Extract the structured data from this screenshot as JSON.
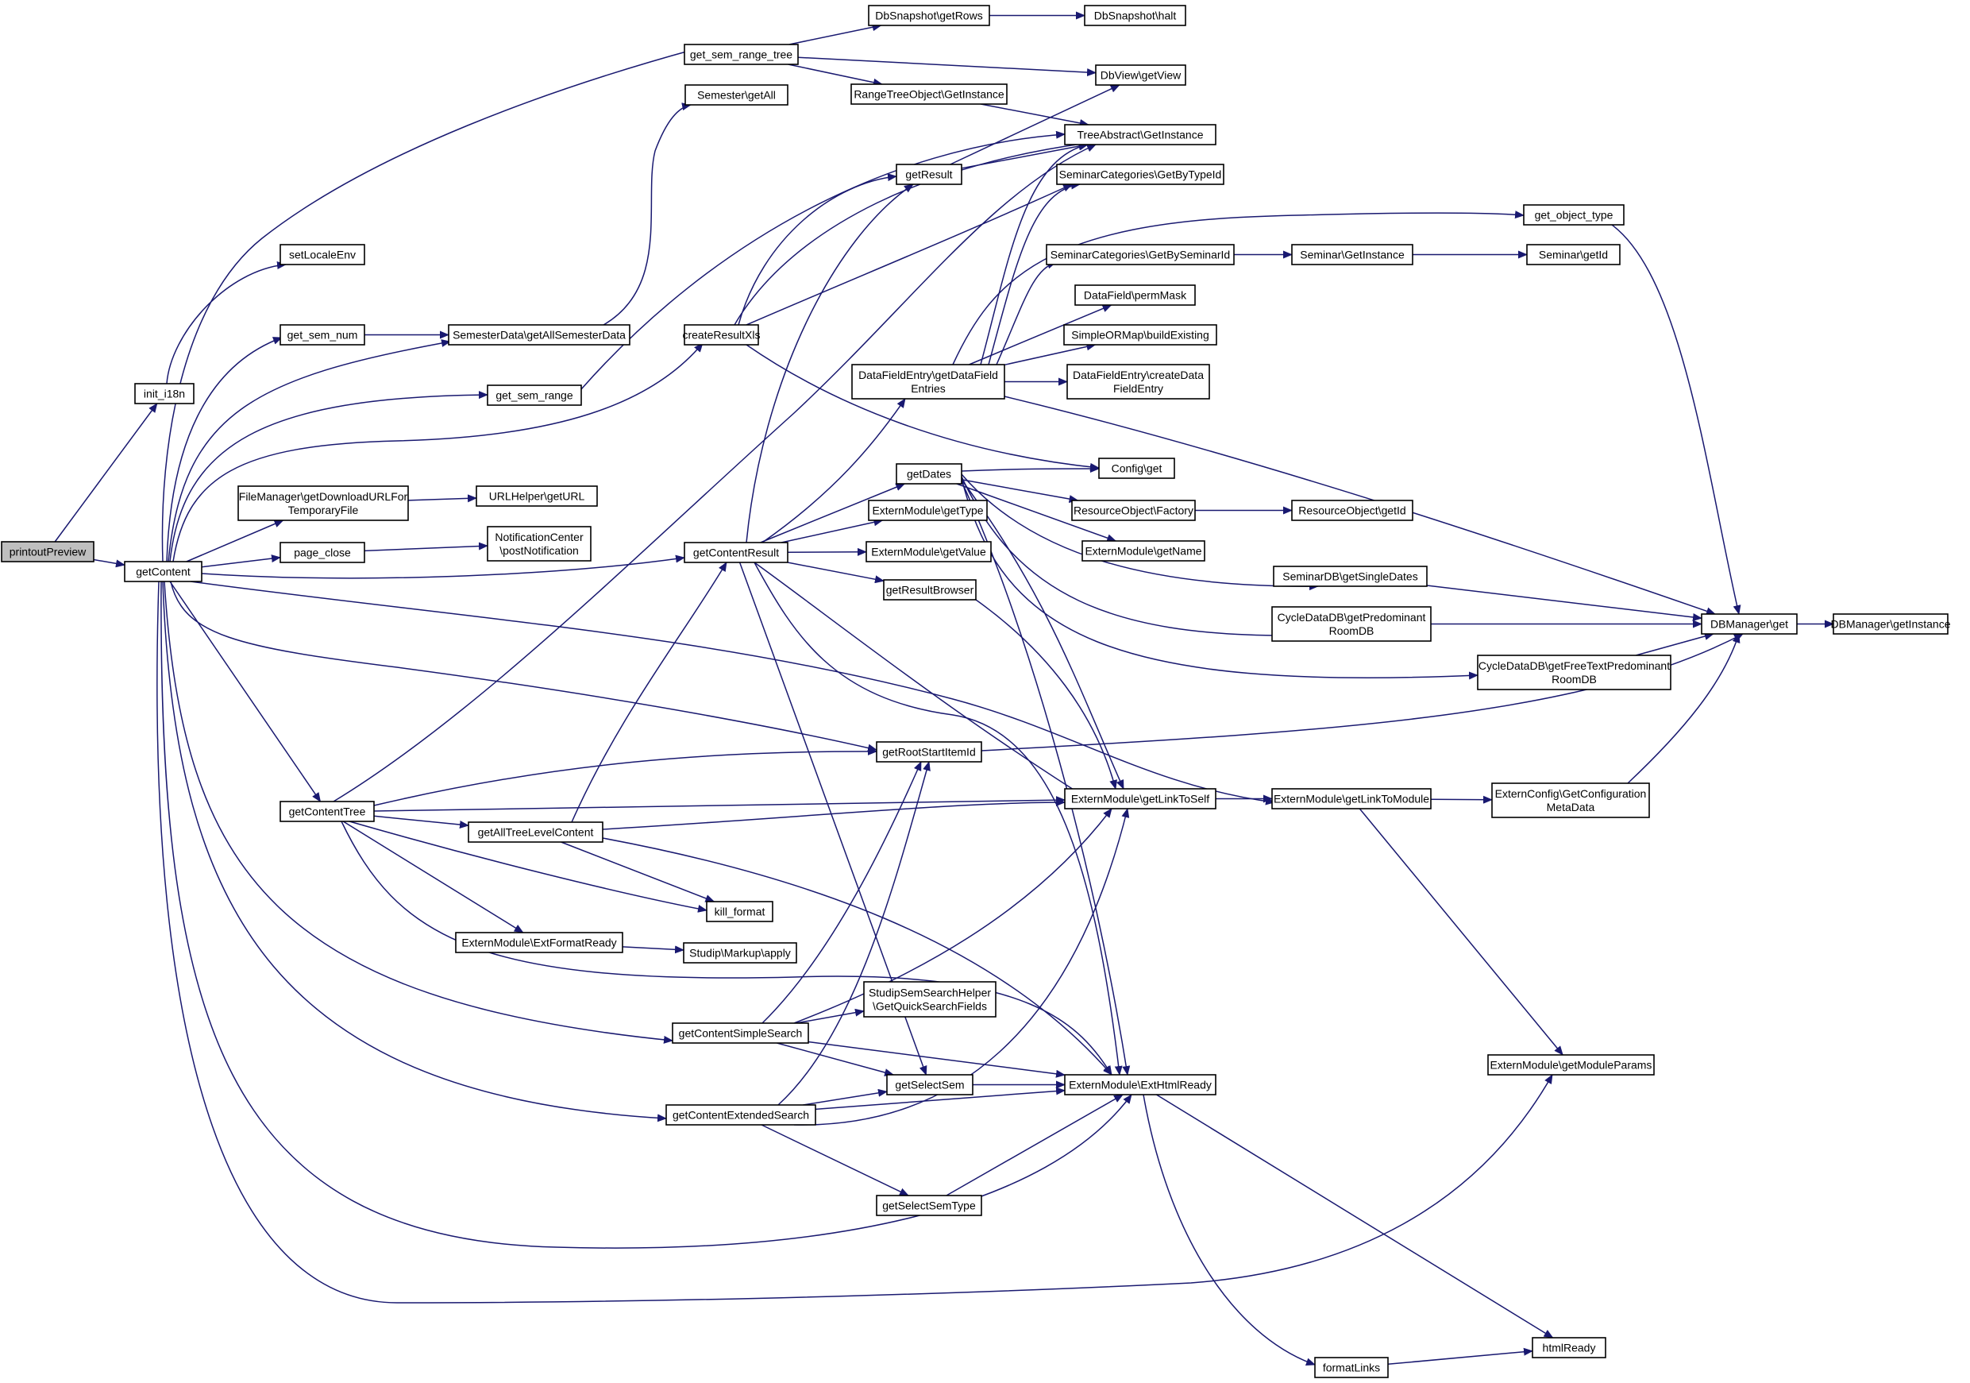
{
  "graph": {
    "colors": {
      "edge": "#191970",
      "node_border": "#000000",
      "root_fill": "#bfbfbf",
      "node_fill": "#ffffff"
    },
    "nodes": [
      {
        "id": "printoutPreview",
        "lines": [
          "printoutPreview"
        ],
        "root": true
      },
      {
        "id": "init_i18n",
        "lines": [
          "init_i18n"
        ]
      },
      {
        "id": "getContent",
        "lines": [
          "getContent"
        ]
      },
      {
        "id": "setLocaleEnv",
        "lines": [
          "setLocaleEnv"
        ]
      },
      {
        "id": "get_sem_range_tree",
        "lines": [
          "get_sem_range_tree"
        ]
      },
      {
        "id": "get_sem_num",
        "lines": [
          "get_sem_num"
        ]
      },
      {
        "id": "SemesterData_getAllSemesterData",
        "lines": [
          "SemesterData\\getAllSemesterData"
        ]
      },
      {
        "id": "get_sem_range",
        "lines": [
          "get_sem_range"
        ]
      },
      {
        "id": "createResultXls",
        "lines": [
          "createResultXls"
        ]
      },
      {
        "id": "FileManager_getDownloadURL",
        "lines": [
          "FileManager\\getDownloadURLFor",
          "TemporaryFile"
        ]
      },
      {
        "id": "URLHelper_getURL",
        "lines": [
          "URLHelper\\getURL"
        ]
      },
      {
        "id": "page_close",
        "lines": [
          "page_close"
        ]
      },
      {
        "id": "NotificationCenter_postNotification",
        "lines": [
          "NotificationCenter",
          "\\postNotification"
        ]
      },
      {
        "id": "getContentResult",
        "lines": [
          "getContentResult"
        ]
      },
      {
        "id": "getContentTree",
        "lines": [
          "getContentTree"
        ]
      },
      {
        "id": "getAllTreeLevelContent",
        "lines": [
          "getAllTreeLevelContent"
        ]
      },
      {
        "id": "kill_format",
        "lines": [
          "kill_format"
        ]
      },
      {
        "id": "ExternModule_ExtFormatReady",
        "lines": [
          "ExternModule\\ExtFormatReady"
        ]
      },
      {
        "id": "Studip_Markup_apply",
        "lines": [
          "Studip\\Markup\\apply"
        ]
      },
      {
        "id": "getContentSimpleSearch",
        "lines": [
          "getContentSimpleSearch"
        ]
      },
      {
        "id": "getContentExtendedSearch",
        "lines": [
          "getContentExtendedSearch"
        ]
      },
      {
        "id": "DbSnapshot_getRows",
        "lines": [
          "DbSnapshot\\getRows"
        ]
      },
      {
        "id": "DbSnapshot_halt",
        "lines": [
          "DbSnapshot\\halt"
        ]
      },
      {
        "id": "RangeTreeObject_GetInstance",
        "lines": [
          "RangeTreeObject\\GetInstance"
        ]
      },
      {
        "id": "DbView_getView",
        "lines": [
          "DbView\\getView"
        ]
      },
      {
        "id": "Semester_getAll",
        "lines": [
          "Semester\\getAll"
        ]
      },
      {
        "id": "TreeAbstract_GetInstance",
        "lines": [
          "TreeAbstract\\GetInstance"
        ]
      },
      {
        "id": "getResult",
        "lines": [
          "getResult"
        ]
      },
      {
        "id": "SeminarCategories_GetByTypeId",
        "lines": [
          "SeminarCategories\\GetByTypeId"
        ]
      },
      {
        "id": "get_object_type",
        "lines": [
          "get_object_type"
        ]
      },
      {
        "id": "SeminarCategories_GetBySeminarId",
        "lines": [
          "SeminarCategories\\GetBySeminarId"
        ]
      },
      {
        "id": "Seminar_GetInstance",
        "lines": [
          "Seminar\\GetInstance"
        ]
      },
      {
        "id": "Seminar_getId",
        "lines": [
          "Seminar\\getId"
        ]
      },
      {
        "id": "DataField_permMask",
        "lines": [
          "DataField\\permMask"
        ]
      },
      {
        "id": "SimpleORMap_buildExisting",
        "lines": [
          "SimpleORMap\\buildExisting"
        ]
      },
      {
        "id": "DataFieldEntry_getDataFieldEntries",
        "lines": [
          "DataFieldEntry\\getDataField",
          "Entries"
        ]
      },
      {
        "id": "DataFieldEntry_createDataFieldEntry",
        "lines": [
          "DataFieldEntry\\createData",
          "FieldEntry"
        ]
      },
      {
        "id": "getDates",
        "lines": [
          "getDates"
        ]
      },
      {
        "id": "Config_get",
        "lines": [
          "Config\\get"
        ]
      },
      {
        "id": "ExternModule_getType",
        "lines": [
          "ExternModule\\getType"
        ]
      },
      {
        "id": "ResourceObject_Factory",
        "lines": [
          "ResourceObject\\Factory"
        ]
      },
      {
        "id": "ResourceObject_getId",
        "lines": [
          "ResourceObject\\getId"
        ]
      },
      {
        "id": "ExternModule_getValue",
        "lines": [
          "ExternModule\\getValue"
        ]
      },
      {
        "id": "ExternModule_getName",
        "lines": [
          "ExternModule\\getName"
        ]
      },
      {
        "id": "getResultBrowser",
        "lines": [
          "getResultBrowser"
        ]
      },
      {
        "id": "SeminarDB_getSingleDates",
        "lines": [
          "SeminarDB\\getSingleDates"
        ]
      },
      {
        "id": "CycleDataDB_getPredominantRoomDB",
        "lines": [
          "CycleDataDB\\getPredominant",
          "RoomDB"
        ]
      },
      {
        "id": "DBManager_get",
        "lines": [
          "DBManager\\get"
        ]
      },
      {
        "id": "DBManager_getInstance",
        "lines": [
          "DBManager\\getInstance"
        ]
      },
      {
        "id": "CycleDataDB_getFreeTextPredominantRoomDB",
        "lines": [
          "CycleDataDB\\getFreeTextPredominant",
          "RoomDB"
        ]
      },
      {
        "id": "getRootStartItemId",
        "lines": [
          "getRootStartItemId"
        ]
      },
      {
        "id": "ExternModule_getLinkToSelf",
        "lines": [
          "ExternModule\\getLinkToSelf"
        ]
      },
      {
        "id": "ExternModule_getLinkToModule",
        "lines": [
          "ExternModule\\getLinkToModule"
        ]
      },
      {
        "id": "ExternConfig_GetConfigurationMetaData",
        "lines": [
          "ExternConfig\\GetConfiguration",
          "MetaData"
        ]
      },
      {
        "id": "StudipSemSearchHelper_GetQuickSearchFields",
        "lines": [
          "StudipSemSearchHelper",
          "\\GetQuickSearchFields"
        ]
      },
      {
        "id": "getSelectSem",
        "lines": [
          "getSelectSem"
        ]
      },
      {
        "id": "ExternModule_ExtHtmlReady",
        "lines": [
          "ExternModule\\ExtHtmlReady"
        ]
      },
      {
        "id": "ExternModule_getModuleParams",
        "lines": [
          "ExternModule\\getModuleParams"
        ]
      },
      {
        "id": "getSelectSemType",
        "lines": [
          "getSelectSemType"
        ]
      },
      {
        "id": "formatLinks",
        "lines": [
          "formatLinks"
        ]
      },
      {
        "id": "htmlReady",
        "lines": [
          "htmlReady"
        ]
      }
    ]
  }
}
